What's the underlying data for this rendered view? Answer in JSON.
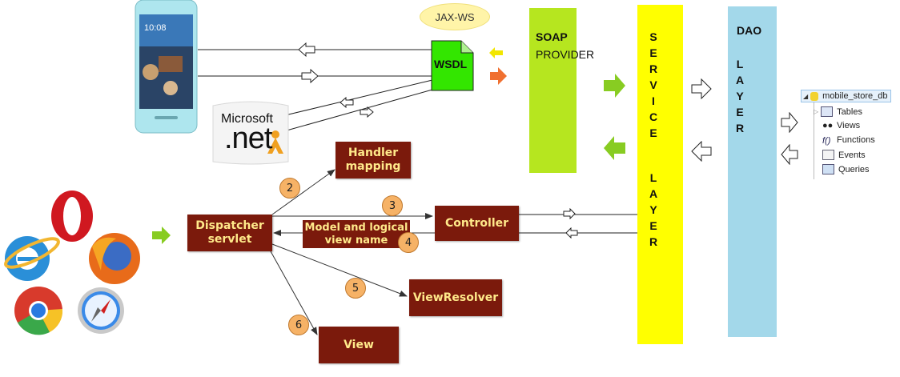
{
  "clients": {
    "phone": "mobile-phone",
    "dotnet_brand": "Microsoft",
    "dotnet_word": ".net",
    "browsers": [
      "opera-icon",
      "ie-icon",
      "firefox-icon",
      "chrome-icon",
      "safari-icon"
    ]
  },
  "jaxws": "JAX-WS",
  "wsdl": "WSDL",
  "soap": {
    "title": "SOAP",
    "subtitle": "PROVIDER"
  },
  "service_layer": [
    "S",
    "E",
    "R",
    "V",
    "I",
    "C",
    "E",
    "",
    "L",
    "A",
    "Y",
    "E",
    "R"
  ],
  "dao": {
    "title": "DAO",
    "letters": [
      "L",
      "A",
      "Y",
      "E",
      "R"
    ]
  },
  "database": {
    "name": "mobile_store_db",
    "items": [
      "Tables",
      "Views",
      "Functions",
      "Events",
      "Queries"
    ]
  },
  "mvc": {
    "dispatcher": "Dispatcher servlet",
    "handler": "Handler mapping",
    "controller": "Controller",
    "model_view": "Model and logical view name",
    "viewresolver": "ViewResolver",
    "view": "View",
    "steps": [
      "2",
      "3",
      "4",
      "5",
      "6"
    ]
  },
  "colors": {
    "box_bg": "#7b1a0c",
    "box_text": "#ffe98a",
    "soap_bg": "#b6e61f",
    "service_bg": "#ffff00",
    "dao_bg": "#a3d8ea",
    "wsdl_bg": "#33e600",
    "step_bg": "#f6b266"
  }
}
